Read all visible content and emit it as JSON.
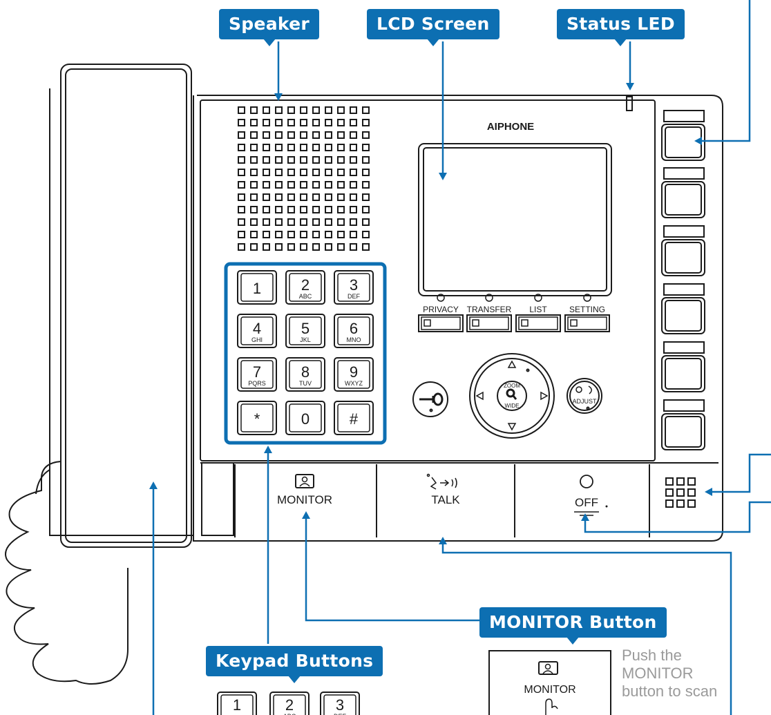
{
  "callouts": {
    "speaker": "Speaker",
    "lcd_screen": "LCD Screen",
    "status_led": "Status LED",
    "monitor_button": "MONITOR Button",
    "keypad_buttons": "Keypad Buttons"
  },
  "brand": "AIPHONE",
  "function_buttons": [
    {
      "label": "PRIVACY",
      "icon": "privacy-icon"
    },
    {
      "label": "TRANSFER",
      "icon": "transfer-icon"
    },
    {
      "label": "LIST",
      "icon": "list-icon"
    },
    {
      "label": "SETTING",
      "icon": "setting-icon"
    }
  ],
  "keypad": [
    {
      "num": "1",
      "sub": ""
    },
    {
      "num": "2",
      "sub": "ABC"
    },
    {
      "num": "3",
      "sub": "DEF"
    },
    {
      "num": "4",
      "sub": "GHI"
    },
    {
      "num": "5",
      "sub": "JKL"
    },
    {
      "num": "6",
      "sub": "MNO"
    },
    {
      "num": "7",
      "sub": "PQRS"
    },
    {
      "num": "8",
      "sub": "TUV"
    },
    {
      "num": "9",
      "sub": "WXYZ"
    },
    {
      "num": "*",
      "sub": ""
    },
    {
      "num": "0",
      "sub": ""
    },
    {
      "num": "#",
      "sub": ""
    }
  ],
  "nav": {
    "zoom": "ZOOM",
    "wide": "WIDE"
  },
  "adjust_label": "ADJUST",
  "bottom_buttons": {
    "monitor": "MONITOR",
    "talk": "TALK",
    "off": "OFF"
  },
  "inset": {
    "monitor_label": "MONITOR",
    "description": [
      "Push the",
      "MONITOR",
      "button to scan"
    ]
  },
  "keypad_preview": [
    {
      "num": "1",
      "sub": ""
    },
    {
      "num": "2",
      "sub": "ABC"
    },
    {
      "num": "3",
      "sub": "DEF"
    }
  ],
  "colors": {
    "accent": "#0d6fb2",
    "line": "#1a1a1a",
    "description_text": "#9a9a9a"
  }
}
